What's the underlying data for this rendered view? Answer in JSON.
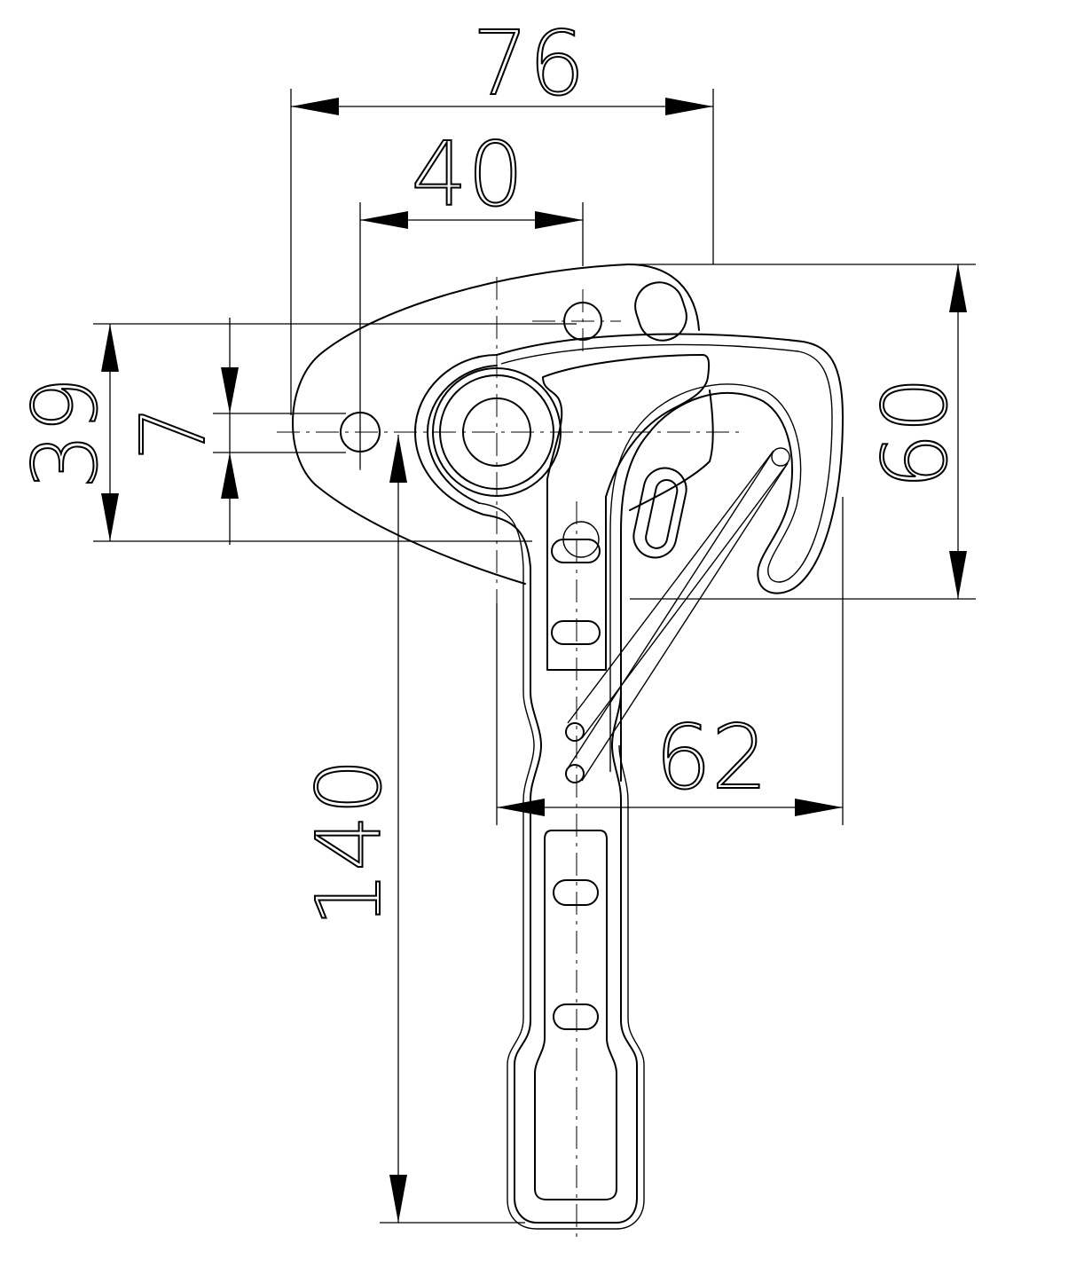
{
  "drawing": {
    "subject": "hook-latch-handle",
    "line_color": "#000000",
    "background": "#ffffff"
  },
  "dimensions": {
    "overall_width": "76",
    "pivot_to_hole": "40",
    "body_height": "39",
    "hole_offset": "7",
    "hook_height": "60",
    "hook_reach": "62",
    "handle_length": "140"
  }
}
